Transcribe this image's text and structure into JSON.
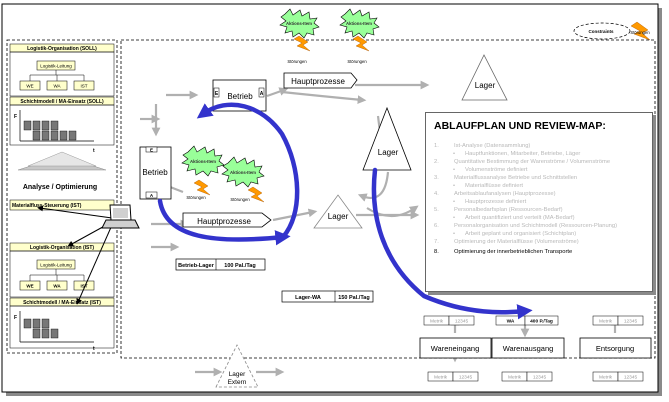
{
  "left_panel": {
    "soll_org_title": "Logistik-Organisation (SOLL)",
    "soll_lead": "Logistik-Leitung",
    "soll_boxes": [
      "WE",
      "WA",
      "IST"
    ],
    "soll_shift_title": "Schichtmodell / MA-Einsatz (SOLL)",
    "chart_axis_y": "F",
    "chart_axis_x": "t",
    "analysis_label": "Analyse / Optimierung",
    "flow_control": "Materialfluss-Steuerung (IST)",
    "ist_org_title": "Logistik-Organisation (IST)",
    "ist_lead": "Logistik-Leitung",
    "ist_boxes": [
      "WE",
      "WA",
      "IST"
    ],
    "ist_shift_title": "Schichtmodell / MA-Einsatz (IST)"
  },
  "top_stars": [
    "Aktions-Item",
    "Aktions-Item"
  ],
  "top_bolts": [
    "Störungen",
    "Störungen"
  ],
  "constraints": {
    "cloud": "Constraints",
    "bolt": "Störungen"
  },
  "process": {
    "betrieb_top": "Betrieb",
    "betrieb_left": "Betrieb",
    "port_e": "E",
    "port_a": "A",
    "hauptprozesse_top": "Hauptprozesse",
    "hauptprozesse_mid": "Hauptprozesse",
    "stars_mid": [
      "Aktions-Item",
      "Aktions-Item"
    ],
    "bolts_mid": [
      "Störungen",
      "Störungen"
    ],
    "lager_top": "Lager",
    "lager_center": "Lager",
    "lager_mid": "Lager",
    "lager_extern": [
      "Lager",
      "Extern"
    ]
  },
  "rate_boxes": [
    {
      "label": "Betrieb-Lager",
      "value": "100 Pal./Tag"
    },
    {
      "label": "Lager-WA",
      "value": "150 Pal./Tag"
    }
  ],
  "review_map": {
    "title": "ABLAUFPLAN UND REVIEW-MAP:",
    "items": [
      {
        "num": "1.",
        "text": "Ist-Analyse (Datensammlung)",
        "sub": "Hauptfunktionen, Mitarbeiter, Betriebe, Läger"
      },
      {
        "num": "2.",
        "text": "Quantitative Bestimmung der Warenströme / Volumenströme",
        "sub": "Volumenströme definiert"
      },
      {
        "num": "3.",
        "text": "Materialflussanalyse Betriebe und Schnittstellen",
        "sub": "Materialflüsse definiert"
      },
      {
        "num": "4.",
        "text": "Arbeitsablaufanalysen (Hauptprozesse)",
        "sub": "Hauptprozesse definiert"
      },
      {
        "num": "5.",
        "text": "Personalbedarfsplan (Ressourcen-Bedarf)",
        "sub": "Arbeit quantifiziert und verteilt (MA-Bedarf)"
      },
      {
        "num": "6.",
        "text": "Personalorganisation und Schichtmodell (Ressourcen-Planung)",
        "sub": "Arbeit geplant und organisiert (Schichtplan)"
      },
      {
        "num": "7.",
        "text": "Optimierung der Materialflüsse (Volumenströme)",
        "sub": ""
      },
      {
        "num": "8.",
        "text": "Optimierung der innerbetrieblichen Transporte",
        "sub": ""
      }
    ]
  },
  "departments": [
    {
      "name": "Wareneingang",
      "metric_label": "Metrik",
      "metric_value": "12345",
      "bottom_label": "Metrik",
      "bottom_value": "12345"
    },
    {
      "name": "Warenausgang",
      "metric_label": "WA",
      "metric_value": "400 P./Tag",
      "bottom_label": "Metrik",
      "bottom_value": "12345"
    },
    {
      "name": "Entsorgung",
      "metric_label": "Metrik",
      "metric_value": "12345",
      "bottom_label": "Metrik",
      "bottom_value": "12345"
    }
  ],
  "colors": {
    "background": "#ffffff",
    "frame": "#000000",
    "ecru": "#ffffcc",
    "star_fill": "#99ff99",
    "bolt": "#ff9900",
    "flow": "#3333cc",
    "gray_arrow": "#b0b0b0",
    "shape_border": "#666666"
  }
}
